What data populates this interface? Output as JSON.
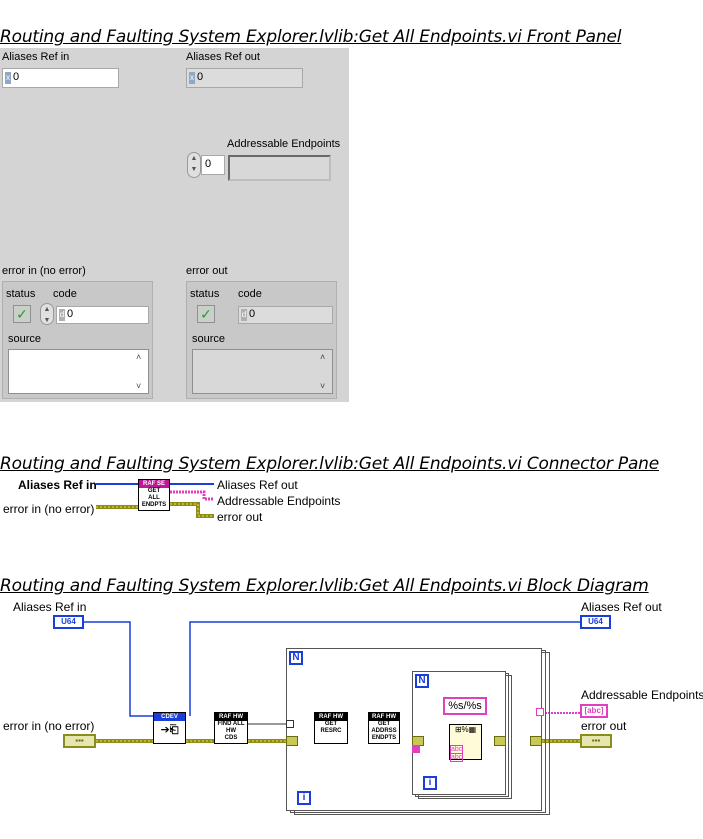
{
  "vi_name": "Routing and Faulting System Explorer.lvlib:Get All Endpoints.vi",
  "sections": {
    "front_panel_title": "Routing and Faulting System Explorer.lvlib:Get All Endpoints.vi Front Panel",
    "connector_pane_title": "Routing and Faulting System Explorer.lvlib:Get All Endpoints.vi Connector Pane",
    "block_diagram_title": "Routing and Faulting System Explorer.lvlib:Get All Endpoints.vi Block Diagram"
  },
  "front_panel": {
    "aliases_ref_in": {
      "label": "Aliases Ref in",
      "radix": "x",
      "value": "0"
    },
    "aliases_ref_out": {
      "label": "Aliases Ref out",
      "radix": "x",
      "value": "0"
    },
    "addressable_endpoints": {
      "label": "Addressable Endpoints",
      "index": "0"
    },
    "error_in": {
      "label": "error in (no error)",
      "status_label": "status",
      "code_label": "code",
      "code_radix": "d",
      "code_value": "0",
      "source_label": "source",
      "status_glyph": "✓"
    },
    "error_out": {
      "label": "error out",
      "status_label": "status",
      "code_label": "code",
      "code_radix": "d",
      "code_value": "0",
      "source_label": "source",
      "status_glyph": "✓"
    }
  },
  "connector_pane": {
    "inputs": [
      "Aliases Ref in",
      "error in (no error)"
    ],
    "outputs": [
      "Aliases Ref out",
      "Addressable Endpoints",
      "error out"
    ],
    "icon_header": "RAF SE",
    "icon_text": [
      "GET",
      "ALL",
      "ENDPTS"
    ]
  },
  "block_diagram": {
    "terminals": {
      "aliases_ref_in": {
        "label": "Aliases Ref in",
        "type": "U64"
      },
      "aliases_ref_out": {
        "label": "Aliases Ref out",
        "type": "U64"
      },
      "error_in": {
        "label": "error in (no error)"
      },
      "addressable_endpoints": {
        "label": "Addressable Endpoints",
        "type": "[abc]"
      },
      "error_out": {
        "label": "error out"
      }
    },
    "nodes": {
      "cdev": {
        "header": "CDEV"
      },
      "find_all_hw": {
        "header": "RAF HW",
        "lines": [
          "FIND ALL",
          "HW",
          "CDS"
        ]
      },
      "get_resrc": {
        "header": "RAF HW",
        "lines": [
          "GET",
          "RESRC"
        ]
      },
      "get_address_endpts": {
        "header": "RAF HW",
        "lines": [
          "GET",
          "ADDRSS",
          "ENDPTS"
        ]
      }
    },
    "format_string": "%s/%s",
    "loop_label_N": "N",
    "loop_label_i": "i",
    "abc_label": "abc"
  },
  "colors": {
    "panel_bg": "#d4d4d4",
    "u64_wire": "#1a3ed8",
    "error_wire": "#8c8c1a",
    "string_wire": "#e040c0",
    "loop_blue": "#1a3ed8"
  }
}
